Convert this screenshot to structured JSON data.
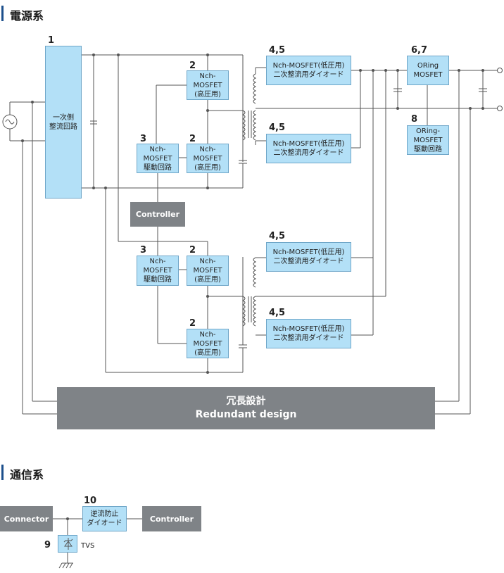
{
  "power": {
    "title": "電源系",
    "primary": {
      "number": "1",
      "label": "一次側\n整流回路"
    },
    "controller": {
      "label": "Controller"
    },
    "fets": [
      {
        "number": "2",
        "label": "Nch-\nMOSFET\n(高圧用)"
      },
      {
        "number": "2",
        "label": "Nch-\nMOSFET\n(高圧用)"
      },
      {
        "number": "2",
        "label": "Nch-\nMOSFET\n(高圧用)"
      },
      {
        "number": "2",
        "label": "Nch-\nMOSFET\n(高圧用)"
      }
    ],
    "drivers": [
      {
        "number": "3",
        "label": "Nch-\nMOSFET\n駆動回路"
      },
      {
        "number": "3",
        "label": "Nch-\nMOSFET\n駆動回路"
      }
    ],
    "rectifiers": [
      {
        "number": "4,5",
        "label": "Nch-MOSFET(低圧用)\n二次整流用ダイオード"
      },
      {
        "number": "4,5",
        "label": "Nch-MOSFET(低圧用)\n二次整流用ダイオード"
      },
      {
        "number": "4,5",
        "label": "Nch-MOSFET(低圧用)\n二次整流用ダイオード"
      },
      {
        "number": "4,5",
        "label": "Nch-MOSFET(低圧用)\n二次整流用ダイオード"
      }
    ],
    "oring": {
      "number": "6,7",
      "label": "ORing\nMOSFET"
    },
    "oring_driver": {
      "number": "8",
      "label": "ORing-\nMOSFET\n駆動回路"
    },
    "redundant": {
      "label_ja": "冗長設計",
      "label_en": "Redundant design"
    }
  },
  "comm": {
    "title": "通信系",
    "connector": "Connector",
    "diode": {
      "number": "10",
      "label": "逆流防止\nダイオード"
    },
    "controller": "Controller",
    "tvs": {
      "number": "9",
      "label": "TVS"
    }
  },
  "colors": {
    "accent_bar": "#1c4f8c",
    "block_fill": "#b3e0f7",
    "block_border": "#6fa6c8",
    "gray_block": "#7f8387",
    "wire": "#555555"
  }
}
